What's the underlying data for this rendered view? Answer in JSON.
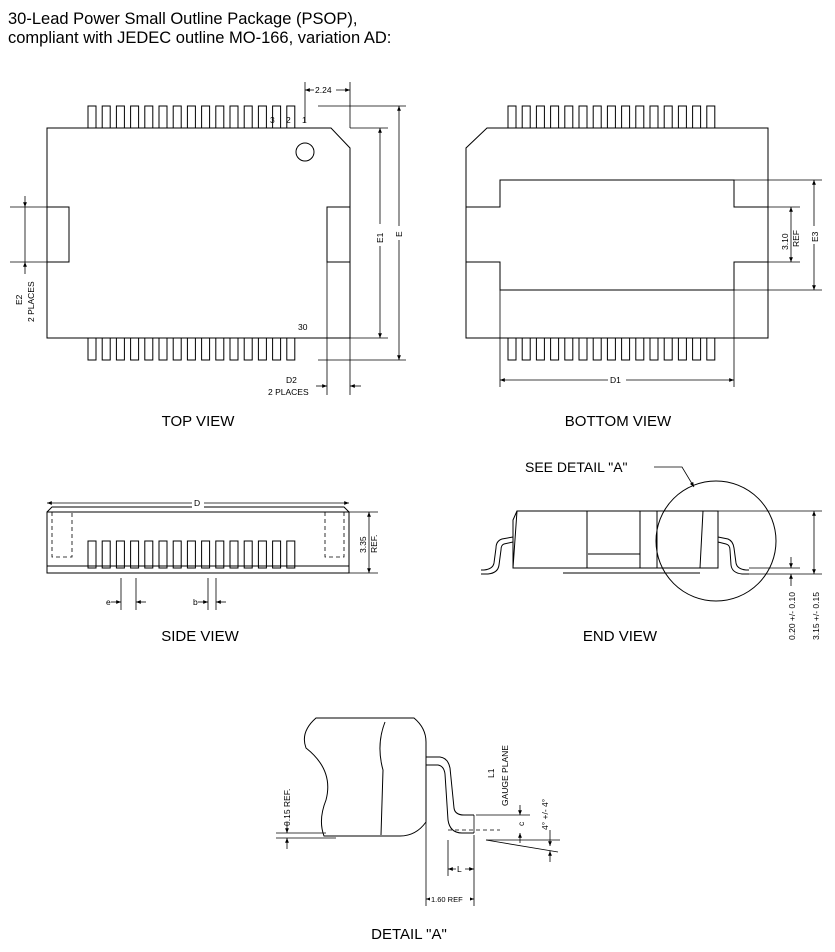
{
  "title": {
    "line1": "30-Lead Power Small Outline Package (PSOP),",
    "line2": "compliant with JEDEC outline MO-166, variation AD:"
  },
  "top_view": {
    "label": "TOP VIEW",
    "dim_pitch_top": "2.24",
    "pin_1": "1",
    "pin_2": "2",
    "pin_3": "3",
    "pin_30": "30",
    "dim_e1": "E1",
    "dim_e": "E",
    "dim_e2": "E2",
    "dim_e2_note": "2 PLACES",
    "dim_d2": "D2",
    "dim_d2_note": "2 PLACES"
  },
  "bottom_view": {
    "label": "BOTTOM VIEW",
    "dim_d1": "D1",
    "dim_310": "3.10",
    "dim_310_ref": "REF",
    "dim_e3": "E3"
  },
  "side_view": {
    "label": "SIDE VIEW",
    "dim_d": "D",
    "dim_335": "3.35",
    "dim_335_ref": "REF.",
    "dim_e": "e",
    "dim_b": "b"
  },
  "end_view": {
    "label": "END VIEW",
    "see_detail": "SEE DETAIL \"A\"",
    "dim_standoff": "0.20 +/- 0.10",
    "dim_height": "3.15 +/- 0.15"
  },
  "detail_a": {
    "label": "DETAIL \"A\"",
    "dim_015_ref": "0.15 REF.",
    "dim_l1": "L1",
    "gauge_plane": "GAUGE PLANE",
    "dim_c": "c",
    "dim_angle": "4° +/- 4°",
    "dim_l": "L",
    "dim_160_ref": "1.60 REF"
  }
}
